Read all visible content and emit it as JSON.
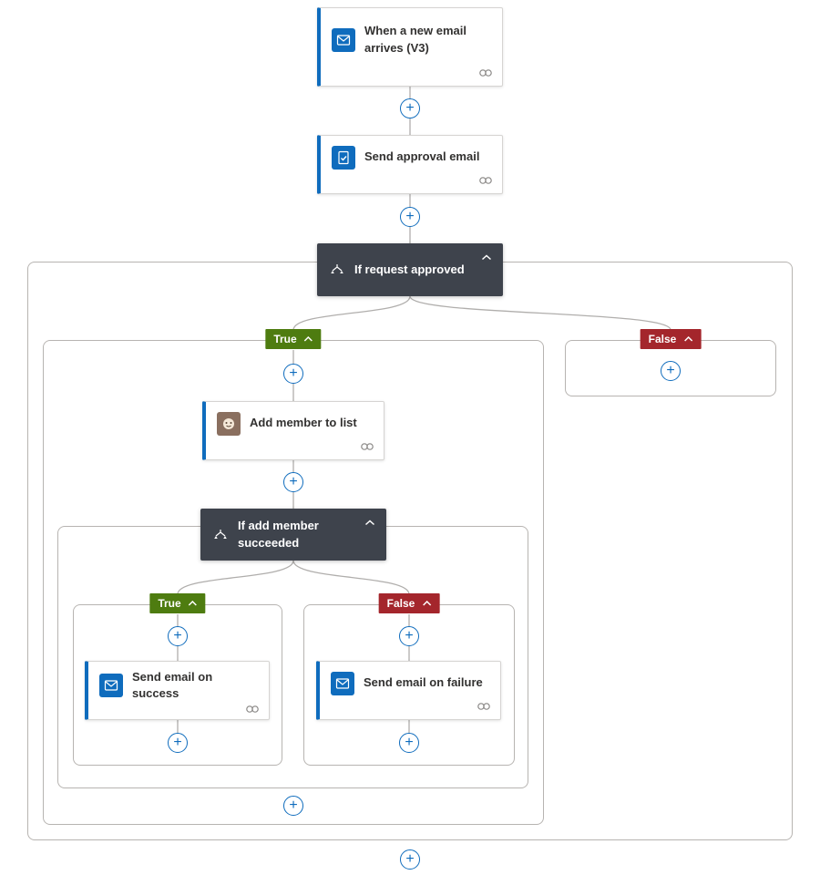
{
  "icons": {
    "plus": "+"
  },
  "colors": {
    "accent": "#0f6cbd",
    "condition_bg": "#3e434c",
    "true_bg": "#4e7c10",
    "false_bg": "#a4262c",
    "wire": "#b0aeac"
  },
  "nodes": {
    "trigger": {
      "title": "When a new email arrives (V3)"
    },
    "send_approval": {
      "title": "Send approval email"
    },
    "if_request_approved": {
      "title": "If request approved"
    },
    "add_member": {
      "title": "Add member to list"
    },
    "if_add_member": {
      "title": "If add member succeeded"
    },
    "send_success": {
      "title": "Send email on success"
    },
    "send_failure": {
      "title": "Send email on failure"
    }
  },
  "branches": {
    "outer_true": "True",
    "outer_false": "False",
    "inner_true": "True",
    "inner_false": "False"
  }
}
